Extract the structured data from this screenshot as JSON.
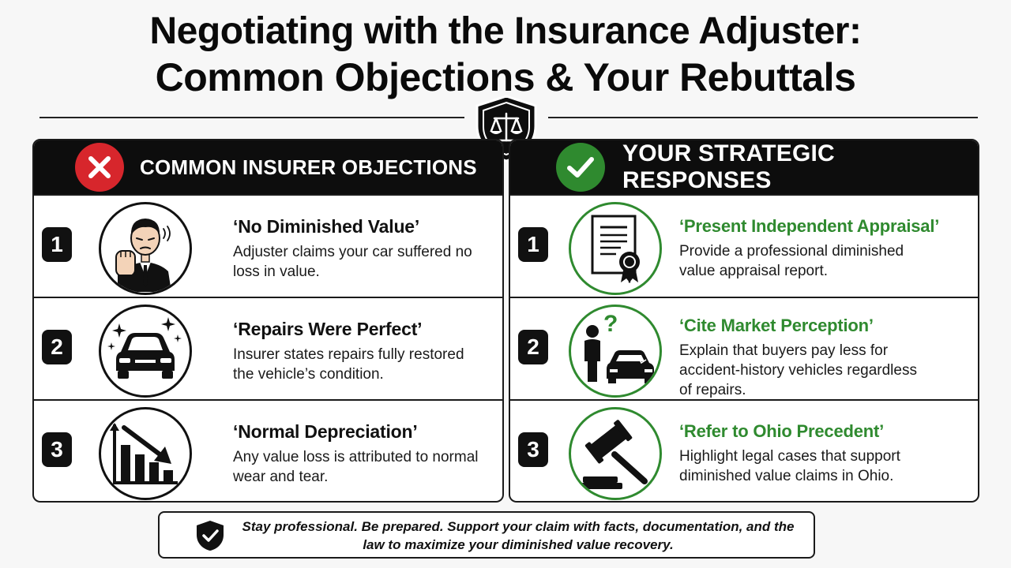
{
  "title": {
    "line1": "Negotiating with the Insurance Adjuster:",
    "line2": "Common Objections & Your Rebuttals"
  },
  "colors": {
    "objection_accent": "#d7262c",
    "response_accent": "#2f8a2f",
    "dark": "#0d0d0d"
  },
  "objections": {
    "heading": "COMMON INSURER OBJECTIONS",
    "heading_icon": "x-icon",
    "items": [
      {
        "number": "1",
        "title": "‘No Diminished Value’",
        "description": "Adjuster claims your car suffered no loss in value.",
        "icon": "adjuster-stop-hand-icon"
      },
      {
        "number": "2",
        "title": "‘Repairs Were Perfect’",
        "description": "Insurer states repairs fully restored the vehicle’s condition.",
        "icon": "sparkling-car-icon"
      },
      {
        "number": "3",
        "title": "‘Normal Depreciation’",
        "description": "Any value loss is attributed to normal wear and tear.",
        "icon": "declining-chart-icon"
      }
    ]
  },
  "responses": {
    "heading": "YOUR STRATEGIC RESPONSES",
    "heading_icon": "checkmark-icon",
    "items": [
      {
        "number": "1",
        "title": "‘Present Independent Appraisal’",
        "description": "Provide a professional diminished value appraisal report.",
        "icon": "certificate-icon"
      },
      {
        "number": "2",
        "title": "‘Cite Market Perception’",
        "description": "Explain that buyers pay less for accident-history vehicles regardless of repairs.",
        "icon": "buyer-question-car-icon"
      },
      {
        "number": "3",
        "title": "‘Refer to Ohio Precedent’",
        "description": "Highlight legal cases that support diminished value claims in Ohio.",
        "icon": "gavel-icon"
      }
    ]
  },
  "footer": {
    "text": "Stay professional. Be prepared. Support your claim with facts, documentation, and the law to maximize your diminished value recovery.",
    "icon": "shield-check-icon"
  }
}
